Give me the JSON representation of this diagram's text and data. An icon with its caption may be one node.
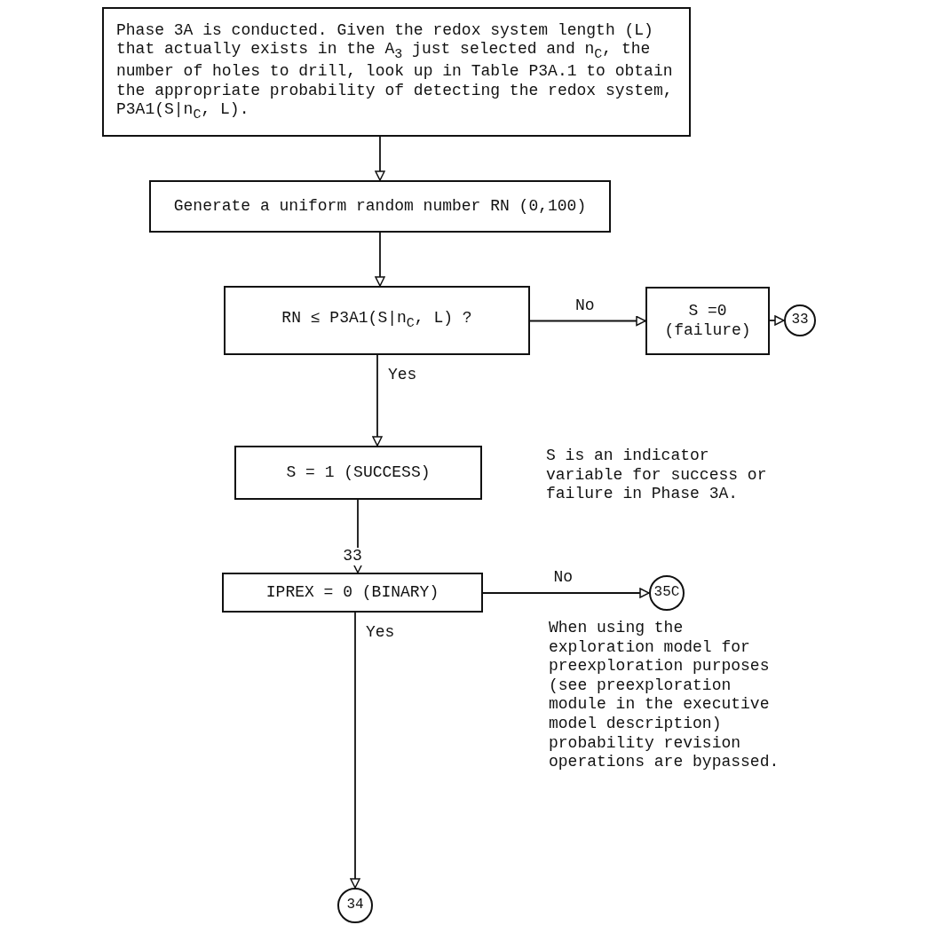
{
  "diagram": {
    "nodes": [
      {
        "text": [
          "Phase 3A is conducted.  Given the redox system length (L) that actually exists in the A$_{3}$ just selected and n$_{C}$, the number of holes to drill, look up in Table P3A.1 to obtain the appropriate probability of detecting the redox system, P3A1(S|n$_{C}$, L)."
        ]
      },
      {
        "text": [
          "Generate a uniform random number RN (0,100)"
        ]
      },
      {
        "text": [
          "RN ≤ P3A1(S|n$_{C}$, L) ?"
        ]
      },
      {
        "text": [
          "S =0 (failure)"
        ]
      },
      {
        "text": [
          "33"
        ]
      },
      {
        "text": [
          "S = 1 (SUCCESS)"
        ]
      },
      {
        "text": [
          "IPREX = 0 (BINARY)"
        ],
        "beside": [
          "33"
        ]
      },
      {
        "text": [
          "35C"
        ]
      },
      {
        "text": [
          "34"
        ]
      }
    ],
    "edges": [
      {
        "from": 0,
        "to": 1,
        "arrow": "to"
      },
      {
        "from": 1,
        "to": 2,
        "arrow": "to"
      },
      {
        "from": 2,
        "to": 3,
        "arrow": "to",
        "label": "No"
      },
      {
        "from": 3,
        "to": 4,
        "arrow": "to"
      },
      {
        "from": 2,
        "to": 5,
        "arrow": "to",
        "label": "Yes"
      },
      {
        "from": 5,
        "to": 6,
        "arrow": "to"
      },
      {
        "from": 6,
        "to": 7,
        "arrow": "to",
        "label": "No"
      },
      {
        "from": 6,
        "to": 8,
        "arrow": "to",
        "label": "Yes"
      }
    ],
    "labels": [
      "S is an indicator variable for success or failure in Phase 3A.",
      "When using the exploration model for preexploration purposes (see preexploration module in the executive model description) probability revision operations are bypassed."
    ]
  }
}
